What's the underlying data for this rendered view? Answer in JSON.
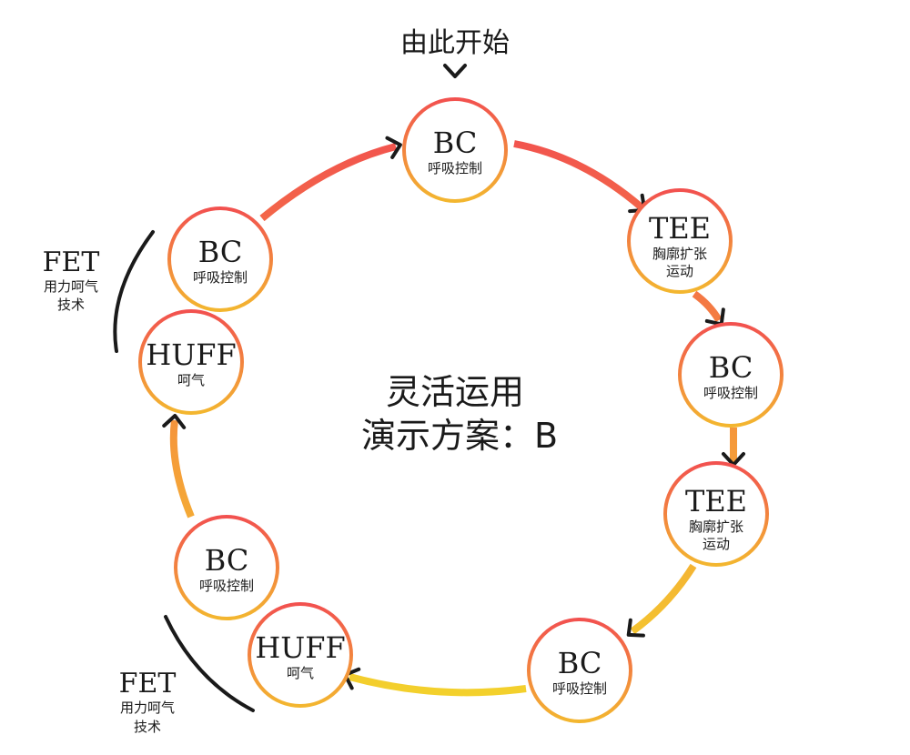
{
  "start_label": "由此开始",
  "center": {
    "line1": "灵活运用",
    "line2": "演示方案：B"
  },
  "colors": {
    "top": "#f2514f",
    "mid": "#f5993a",
    "bottom": "#f3cf2c",
    "ring_inner": "#f5b43a"
  },
  "nodes": [
    {
      "title": "BC",
      "sub": [
        "呼吸控制"
      ]
    },
    {
      "title": "TEE",
      "sub": [
        "胸廓扩张",
        "运动"
      ]
    },
    {
      "title": "BC",
      "sub": [
        "呼吸控制"
      ]
    },
    {
      "title": "TEE",
      "sub": [
        "胸廓扩张",
        "运动"
      ]
    },
    {
      "title": "BC",
      "sub": [
        "呼吸控制"
      ]
    },
    {
      "title": "HUFF",
      "sub": [
        "呵气"
      ]
    },
    {
      "title": "BC",
      "sub": [
        "呼吸控制"
      ]
    },
    {
      "title": "HUFF",
      "sub": [
        "呵气"
      ]
    },
    {
      "title": "BC",
      "sub": [
        "呼吸控制"
      ]
    }
  ],
  "fet": [
    {
      "title": "FET",
      "sub": [
        "用力呵气",
        "技术"
      ]
    },
    {
      "title": "FET",
      "sub": [
        "用力呵气",
        "技术"
      ]
    }
  ]
}
